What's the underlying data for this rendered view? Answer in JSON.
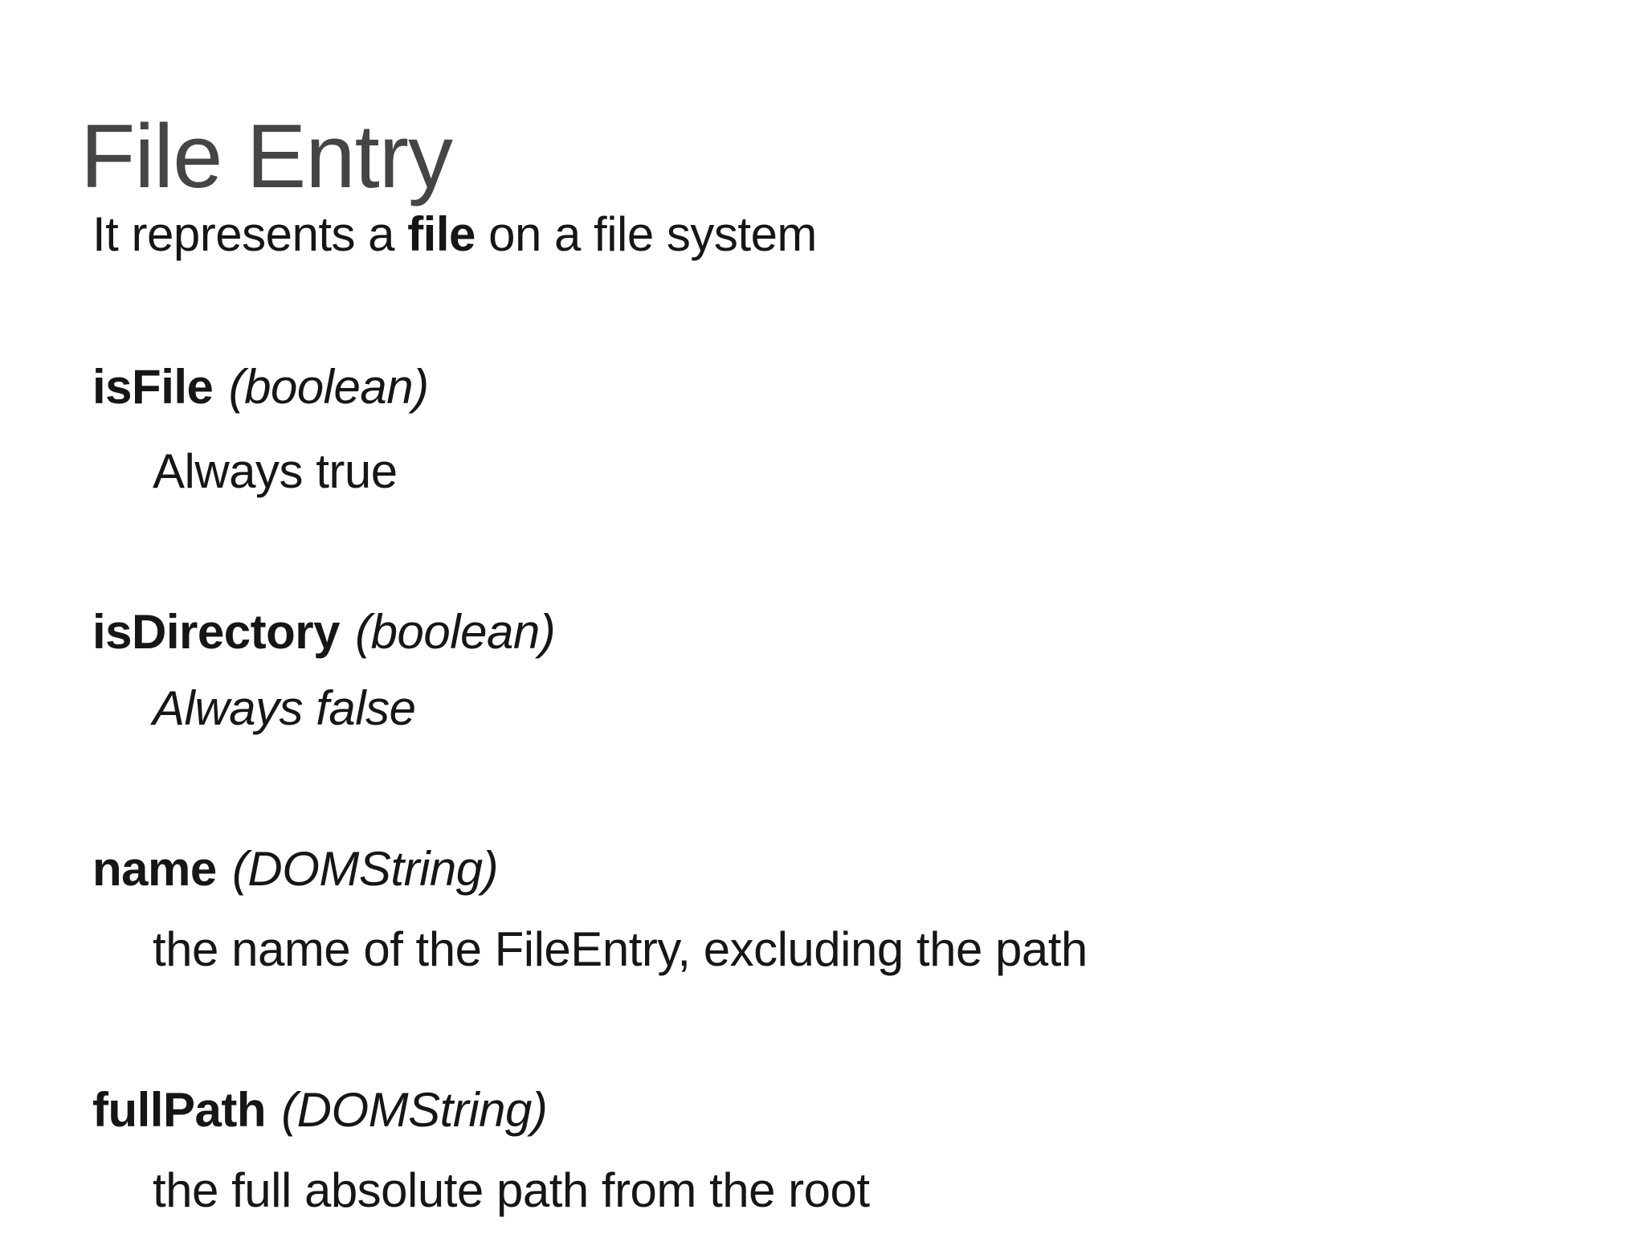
{
  "slide": {
    "title": "File Entry",
    "intro": {
      "pre": "It represents a ",
      "bold": "file",
      "post": " on a file system"
    },
    "properties": [
      {
        "name": "isFile",
        "type": "(boolean)",
        "description": "Always true"
      },
      {
        "name": "isDirectory",
        "type": "(boolean)",
        "description": "Always false"
      },
      {
        "name": "name",
        "type": "(DOMString)",
        "description": "the name of the FileEntry, excluding the path"
      },
      {
        "name": "fullPath",
        "type": "(DOMString)",
        "description": "the full absolute path from the root"
      }
    ],
    "colors": {
      "background": "#ffffff",
      "title": "#454545",
      "body": "#161616"
    }
  }
}
